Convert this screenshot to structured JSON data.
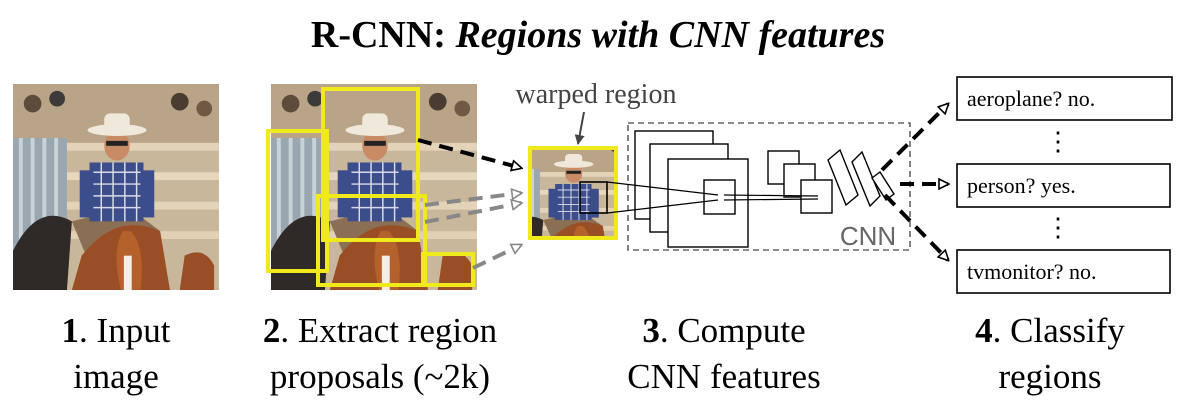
{
  "title": {
    "bold": "R-CNN: ",
    "italic": "Regions with CNN features"
  },
  "warped_label": "warped region",
  "cnn_label": "CNN",
  "classes": {
    "aeroplane": "aeroplane? no.",
    "person": "person? yes.",
    "tvmonitor": "tvmonitor? no.",
    "dots": "⋮"
  },
  "steps": [
    {
      "num": "1",
      "line1": ". Input",
      "line2": "image"
    },
    {
      "num": "2",
      "line1": ". Extract region",
      "line2": "proposals (~2k)"
    },
    {
      "num": "3",
      "line1": ". Compute",
      "line2": "CNN features"
    },
    {
      "num": "4",
      "line1": ". Classify",
      "line2": "regions"
    }
  ],
  "colors": {
    "proposal_box": "#f0ea1c",
    "black": "#000000",
    "gray_arrow": "#888888",
    "cnn_box": "#666666"
  }
}
